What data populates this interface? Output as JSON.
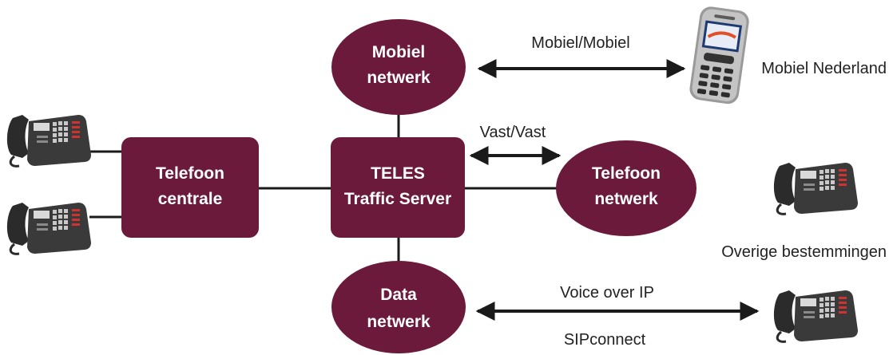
{
  "colors": {
    "node_fill": "#6b1a3c",
    "node_text": "#ffffff",
    "line": "#1a1a1a",
    "label": "#222222"
  },
  "nodes": {
    "mobiel_netwerk": {
      "line1": "Mobiel",
      "line2": "netwerk"
    },
    "telefoon_centrale": {
      "line1": "Telefoon",
      "line2": "centrale"
    },
    "teles_server": {
      "line1": "TELES",
      "line2": "Traffic Server"
    },
    "telefoon_netwerk": {
      "line1": "Telefoon",
      "line2": "netwerk"
    },
    "data_netwerk": {
      "line1": "Data",
      "line2": "netwerk"
    }
  },
  "connections": {
    "mobiel_mobiel": "Mobiel/Mobiel",
    "vast_vast": "Vast/Vast",
    "voice_over_ip": "Voice over IP",
    "sipconnect": "SIPconnect"
  },
  "destinations": {
    "mobiel_nederland": "Mobiel Nederland",
    "overige_bestemmingen": "Overige bestemmingen"
  },
  "icons": {
    "mobile_phone": "mobile-phone-icon",
    "desk_phone": "desk-phone-icon"
  }
}
